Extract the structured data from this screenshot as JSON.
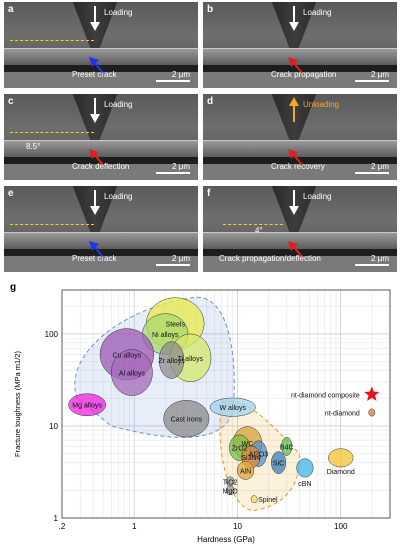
{
  "panels": [
    {
      "letter": "a",
      "loading": "Loading",
      "caption": "Preset crack",
      "scale": "2 μm"
    },
    {
      "letter": "b",
      "loading": "Loading",
      "caption": "Crack propagation",
      "scale": "2 μm"
    },
    {
      "letter": "c",
      "loading": "Loading",
      "caption": "Crack deflection",
      "angle": "8.5°",
      "scale": "2 μm"
    },
    {
      "letter": "d",
      "loading": "Unloading",
      "caption": "Crack recovery",
      "scale": "2 μm"
    },
    {
      "letter": "e",
      "loading": "Loading",
      "caption": "Preset crack",
      "scale": "2 μm"
    },
    {
      "letter": "f",
      "loading": "Loading",
      "caption": "Crack propagation/deflection",
      "angle": "4°",
      "scale": "2 μm"
    }
  ],
  "colors": {
    "loading_arrow": "#ffffff",
    "unloading_arrow": "#f5a623",
    "crack_arrow_red": "#e02020",
    "crack_arrow_blue": "#2233ee",
    "dash": "#f2d21a",
    "star": "#e8101c"
  },
  "chart_data": {
    "letter": "g",
    "type": "scatter",
    "xlabel": "Hardness (GPa)",
    "ylabel": "Fracture toughness (MPa m1/2)",
    "xscale": "log",
    "yscale": "log",
    "xlim": [
      0.2,
      300
    ],
    "ylim": [
      1,
      300
    ],
    "xticks": [
      ".2",
      "1",
      "10",
      "100"
    ],
    "yticks": [
      "1",
      "10",
      "100"
    ],
    "grid": true,
    "materials": [
      {
        "name": "Steels",
        "x": 2.5,
        "y": 130,
        "rx": 0.28,
        "ry": 0.28,
        "color": "#e8e84a"
      },
      {
        "name": "Ni alloys",
        "x": 2.0,
        "y": 100,
        "rx": 0.22,
        "ry": 0.22,
        "color": "#a9d86e"
      },
      {
        "name": "Cu alloys",
        "x": 0.85,
        "y": 60,
        "rx": 0.26,
        "ry": 0.28,
        "color": "#9b59b6"
      },
      {
        "name": "Ti alloys",
        "x": 3.5,
        "y": 55,
        "rx": 0.2,
        "ry": 0.26,
        "color": "#d4e86a"
      },
      {
        "name": "Al alloys",
        "x": 0.95,
        "y": 38,
        "rx": 0.2,
        "ry": 0.25,
        "color": "#a66ab8"
      },
      {
        "name": "Zr alloys",
        "x": 2.3,
        "y": 52,
        "rx": 0.12,
        "ry": 0.2,
        "color": "#8c8c8c"
      },
      {
        "name": "Mg alloys",
        "x": 0.35,
        "y": 17,
        "rx": 0.18,
        "ry": 0.12,
        "color": "#ee22dd"
      },
      {
        "name": "Cast irons",
        "x": 3.2,
        "y": 12,
        "rx": 0.22,
        "ry": 0.2,
        "color": "#8a8a8a"
      },
      {
        "name": "W alloys",
        "x": 9.0,
        "y": 16,
        "rx": 0.22,
        "ry": 0.1,
        "color": "#9fd3ef"
      },
      {
        "name": "WC",
        "x": 12.5,
        "y": 6.5,
        "rx": 0.14,
        "ry": 0.18,
        "color": "#d7a13b"
      },
      {
        "name": "ZrO2",
        "x": 10.5,
        "y": 5.8,
        "rx": 0.1,
        "ry": 0.14,
        "color": "#7bbf4a"
      },
      {
        "name": "Al2O3",
        "x": 16.0,
        "y": 5.0,
        "rx": 0.08,
        "ry": 0.14,
        "color": "#4a8fcf"
      },
      {
        "name": "B4C",
        "x": 30.0,
        "y": 6.0,
        "rx": 0.05,
        "ry": 0.1,
        "color": "#5dbb5d"
      },
      {
        "name": "Si3N4",
        "x": 13.5,
        "y": 4.6,
        "rx": 0.09,
        "ry": 0.12,
        "color": "#e08a3a"
      },
      {
        "name": "AlN",
        "x": 12.0,
        "y": 3.3,
        "rx": 0.08,
        "ry": 0.1,
        "color": "#e0a43a"
      },
      {
        "name": "SiC",
        "x": 25.0,
        "y": 4.0,
        "rx": 0.07,
        "ry": 0.12,
        "color": "#3b7fb5"
      },
      {
        "name": "TiO2",
        "x": 8.5,
        "y": 2.5,
        "rx": 0.04,
        "ry": 0.05,
        "color": "#9c9c9c"
      },
      {
        "name": "MgO",
        "x": 8.5,
        "y": 2.0,
        "rx": 0.04,
        "ry": 0.05,
        "color": "#9c9c9c"
      },
      {
        "name": "Spinel",
        "x": 14.5,
        "y": 1.6,
        "rx": 0.03,
        "ry": 0.04,
        "color": "#f2d76a"
      },
      {
        "name": "cBN",
        "x": 45.0,
        "y": 3.5,
        "rx": 0.08,
        "ry": 0.1,
        "color": "#3fb4e8"
      },
      {
        "name": "Diamond",
        "x": 100.0,
        "y": 4.5,
        "rx": 0.12,
        "ry": 0.1,
        "color": "#f3c130"
      },
      {
        "name": "nt-diamond",
        "x": 200.0,
        "y": 14,
        "rx": 0.03,
        "ry": 0.04,
        "color": "#e07a30"
      },
      {
        "name": "nt-diamond composite",
        "x": 200.0,
        "y": 22,
        "marker": "star",
        "color": "#e8101c"
      }
    ]
  }
}
